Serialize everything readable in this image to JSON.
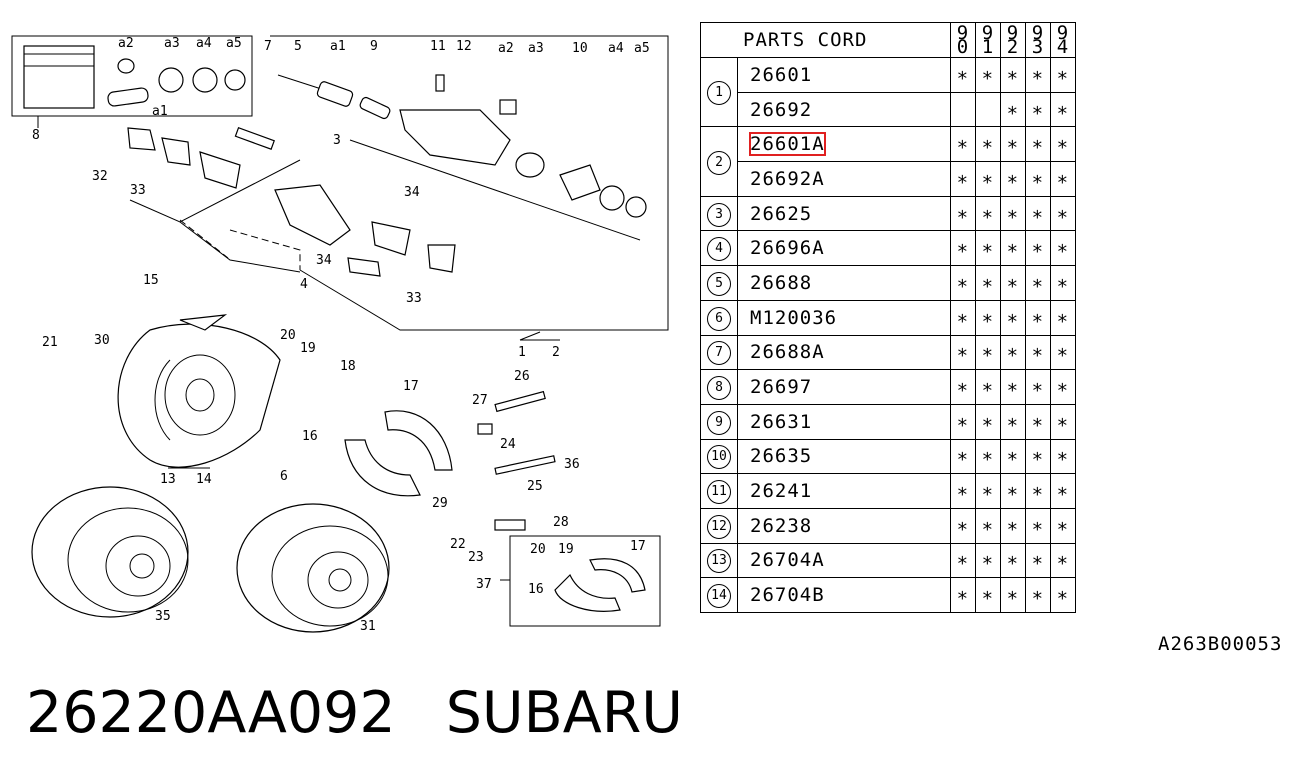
{
  "table": {
    "header": "PARTS CORD",
    "years": [
      "9 0",
      "9 1",
      "9 2",
      "9 3",
      "9 4"
    ],
    "rows": [
      {
        "no": "1",
        "code": "26601",
        "marks": [
          "∗",
          "∗",
          "∗",
          "∗",
          "∗"
        ]
      },
      {
        "no": "",
        "code": "26692",
        "marks": [
          "",
          "",
          "∗",
          "∗",
          "∗"
        ]
      },
      {
        "no": "2",
        "code": "26601A",
        "marks": [
          "∗",
          "∗",
          "∗",
          "∗",
          "∗"
        ]
      },
      {
        "no": "",
        "code": "26692A",
        "marks": [
          "∗",
          "∗",
          "∗",
          "∗",
          "∗"
        ]
      },
      {
        "no": "3",
        "code": "26625",
        "marks": [
          "∗",
          "∗",
          "∗",
          "∗",
          "∗"
        ]
      },
      {
        "no": "4",
        "code": "26696A",
        "marks": [
          "∗",
          "∗",
          "∗",
          "∗",
          "∗"
        ]
      },
      {
        "no": "5",
        "code": "26688",
        "marks": [
          "∗",
          "∗",
          "∗",
          "∗",
          "∗"
        ]
      },
      {
        "no": "6",
        "code": "M120036",
        "marks": [
          "∗",
          "∗",
          "∗",
          "∗",
          "∗"
        ]
      },
      {
        "no": "7",
        "code": "26688A",
        "marks": [
          "∗",
          "∗",
          "∗",
          "∗",
          "∗"
        ]
      },
      {
        "no": "8",
        "code": "26697",
        "marks": [
          "∗",
          "∗",
          "∗",
          "∗",
          "∗"
        ]
      },
      {
        "no": "9",
        "code": "26631",
        "marks": [
          "∗",
          "∗",
          "∗",
          "∗",
          "∗"
        ]
      },
      {
        "no": "10",
        "code": "26635",
        "marks": [
          "∗",
          "∗",
          "∗",
          "∗",
          "∗"
        ]
      },
      {
        "no": "11",
        "code": "26241",
        "marks": [
          "∗",
          "∗",
          "∗",
          "∗",
          "∗"
        ]
      },
      {
        "no": "12",
        "code": "26238",
        "marks": [
          "∗",
          "∗",
          "∗",
          "∗",
          "∗"
        ]
      },
      {
        "no": "13",
        "code": "26704A",
        "marks": [
          "∗",
          "∗",
          "∗",
          "∗",
          "∗"
        ]
      },
      {
        "no": "14",
        "code": "26704B",
        "marks": [
          "∗",
          "∗",
          "∗",
          "∗",
          "∗"
        ]
      }
    ]
  },
  "diagram_labels": {
    "l7": "7",
    "l5": "5",
    "la1": "a1",
    "l9": "9",
    "l11": "11",
    "l12": "12",
    "la2": "a2",
    "la3": "a3",
    "l10": "10",
    "la4": "a4",
    "la5": "a5",
    "la2b": "a2",
    "la3b": "a3",
    "la4b": "a4",
    "la5b": "a5",
    "la1b": "a1",
    "l8": "8",
    "l3": "3",
    "l34a": "34",
    "l32": "32",
    "l33a": "33",
    "l34b": "34",
    "l4": "4",
    "l33b": "33",
    "l1": "1",
    "l2": "2",
    "l15": "15",
    "l21": "21",
    "l30": "30",
    "l20a": "20",
    "l19a": "19",
    "l18": "18",
    "l17a": "17",
    "l26": "26",
    "l27": "27",
    "l16a": "16",
    "l24": "24",
    "l36": "36",
    "l25": "25",
    "l29": "29",
    "l13": "13",
    "l14": "14",
    "l6": "6",
    "l28": "28",
    "l22": "22",
    "l23": "23",
    "l35": "35",
    "l31": "31",
    "l37": "37",
    "l20b": "20",
    "l19b": "19",
    "l17b": "17",
    "l16b": "16"
  },
  "reference_code": "A263B00053",
  "caption": {
    "part_number": "26220AA092",
    "brand": "SUBARU"
  },
  "highlight_color": "#e02020"
}
